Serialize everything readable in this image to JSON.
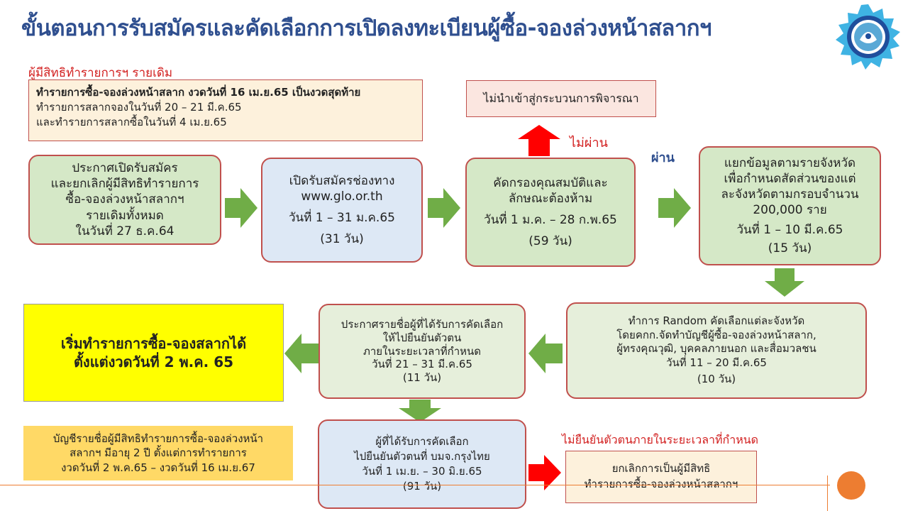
{
  "title": "ขั้นตอนการรับสมัครและคัดเลือกการเปิดลงทะเบียนผู้ซื้อ-จองล่วงหน้าสลากฯ",
  "colors": {
    "title": "#2f4f8f",
    "box_green": "#d5e8c7",
    "box_blue": "#dde8f5",
    "box_border": "#c0504d",
    "arrow_green": "#70ad47",
    "arrow_red": "#ff0000",
    "highlight_yellow": "#ffff00",
    "note_orange": "#ffd966",
    "note_cream": "#fdf1dc",
    "footer_circle": "#ed7d31"
  },
  "existing_section": {
    "heading": "ผู้มีสิทธิทำรายการฯ รายเดิม",
    "line1": "ทำรายการซื้อ-จองล่วงหน้าสลาก งวดวันที่ 16 เม.ย.65 เป็นงวดสุดท้าย",
    "line2": "ทำรายการสลากจองในวันที่ 20 – 21 มี.ค.65",
    "line3": "และทำรายการสลากซื้อในวันที่ 4 เม.ย.65"
  },
  "steps": {
    "announce": [
      "ประกาศเปิดรับสมัคร",
      "และยกเลิกผู้มีสิทธิทำรายการ",
      "ซื้อ-จองล่วงหน้าสลากฯ",
      "รายเดิมทั้งหมด",
      "ในวันที่ 27 ธ.ค.64"
    ],
    "register": [
      "เปิดรับสมัครช่องทาง",
      "www.glo.or.th",
      "วันที่ 1 – 31 ม.ค.65",
      "(31 วัน)"
    ],
    "screen": [
      "คัดกรองคุณสมบัติและ",
      "ลักษณะต้องห้าม",
      "วันที่ 1 ม.ค. – 28 ก.พ.65",
      "(59 วัน)"
    ],
    "allocate": [
      "แยกข้อมูลตามรายจังหวัด",
      "เพื่อกำหนดสัดส่วนของแต่",
      "ละจังหวัดตามกรอบจำนวน",
      "200,000 ราย",
      "วันที่ 1 – 10 มี.ค.65",
      "(15 วัน)"
    ],
    "random": [
      "ทำการ Random คัดเลือกแต่ละจังหวัด",
      "โดยคกก.จัดทำบัญชีผู้ซื้อ-จองล่วงหน้าสลาก,",
      "ผู้ทรงคุณวุฒิ, บุคคลภายนอก และสื่อมวลชน",
      "วันที่ 11 – 20 มี.ค.65",
      "(10 วัน)"
    ],
    "announce_selected": [
      "ประกาศรายชื่อผู้ที่ได้รับการคัดเลือก",
      "ให้ไปยืนยันตัวตน",
      "ภายในระยะเวลาที่กำหนด",
      "วันที่ 21 – 31 มี.ค.65",
      "(11 วัน)"
    ],
    "start": [
      "เริ่มทำรายการซื้อ-จองสลากได้",
      "ตั้งแต่งวดวันที่ 2 พ.ค. 65"
    ],
    "verify": [
      "ผู้ที่ได้รับการคัดเลือก",
      "ไปยืนยันตัวตนที่ บมจ.กรุงไทย",
      "วันที่ 1 เม.ย. – 30 มิ.ย.65",
      "(91 วัน)"
    ]
  },
  "reject_box": "ไม่นำเข้าสู่กระบวนการพิจารณา",
  "fail_label": "ไม่ผ่าน",
  "pass_label": "ผ่าน",
  "list_note": [
    "บัญชีรายชื่อผู้มีสิทธิทำรายการซื้อ-จองล่วงหน้า",
    "สลากฯ มีอายุ 2 ปี ตั้งแต่การทำรายการ",
    "งวดวันที่ 2 พ.ค.65 – งวดวันที่ 16 เม.ย.67"
  ],
  "no_verify_label": "ไม่ยืนยันตัวตนภายในระยะเวลาที่กำหนด",
  "cancel_box": [
    "ยกเลิกการเป็นผู้มีสิทธิ",
    "ทำรายการซื้อ-จองล่วงหน้าสลากฯ"
  ]
}
